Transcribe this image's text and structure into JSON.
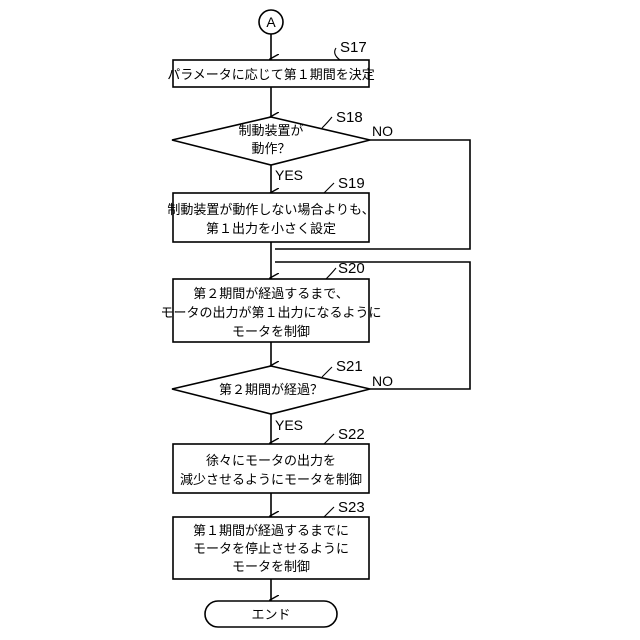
{
  "connector": {
    "start": "A"
  },
  "steps": {
    "s17": {
      "id": "S17",
      "lines": [
        "パラメータに応じて第１期間を決定"
      ]
    },
    "s18": {
      "id": "S18",
      "lines": [
        "制動装置が",
        "動作？"
      ]
    },
    "s19": {
      "id": "S19",
      "lines": [
        "制動装置が動作しない場合よりも、",
        "第１出力を小さく設定"
      ]
    },
    "s20": {
      "id": "S20",
      "lines": [
        "第２期間が経過するまで、",
        "モータの出力が第１出力になるように",
        "モータを制御"
      ]
    },
    "s21": {
      "id": "S21",
      "lines": [
        "第２期間が経過？"
      ]
    },
    "s22": {
      "id": "S22",
      "lines": [
        "徐々にモータの出力を",
        "減少させるようにモータを制御"
      ]
    },
    "s23": {
      "id": "S23",
      "lines": [
        "第１期間が経過するまでに",
        "モータを停止させるように",
        "モータを制御"
      ]
    }
  },
  "end": {
    "label": "エンド"
  },
  "branch_labels": {
    "s18_no": "NO",
    "s18_yes": "YES",
    "s21_no": "NO",
    "s21_yes": "YES"
  }
}
